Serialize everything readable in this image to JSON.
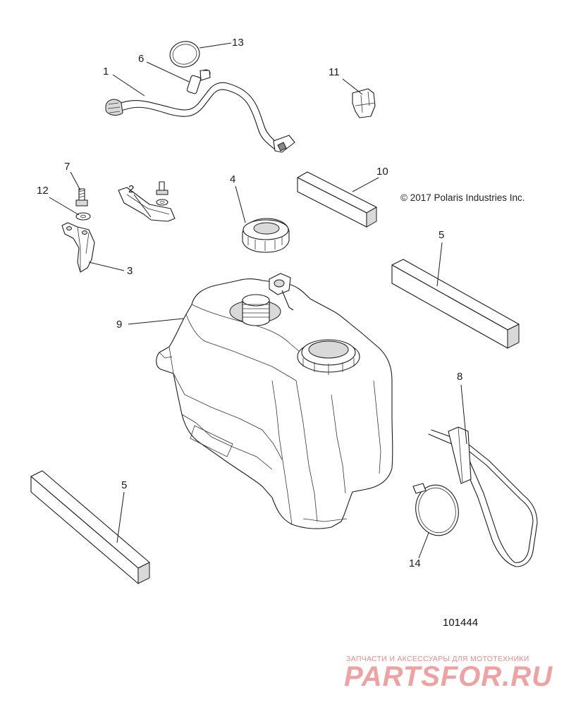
{
  "callouts": {
    "c1": "1",
    "c2": "2",
    "c3": "3",
    "c4": "4",
    "c5a": "5",
    "c5b": "5",
    "c6": "6",
    "c7": "7",
    "c8": "8",
    "c9": "9",
    "c10": "10",
    "c11": "11",
    "c12": "12",
    "c13": "13",
    "c14": "14"
  },
  "copyright": "© 2017 Polaris Industries Inc.",
  "diagram_number": "101444",
  "watermark": {
    "tagline": "ЗАПЧАСТИ И АКСЕССУАРЫ ДЛЯ МОТОТЕХНИКИ",
    "logo_text": "PARTSFOR.RU",
    "color": "#e05555"
  },
  "parts": [
    "vent-hose",
    "bracket-right",
    "bracket-left",
    "fuel-cap",
    "foam-strip",
    "hose-fitting",
    "screw",
    "hose-clamp-strap",
    "fuel-tank",
    "foam-block",
    "clip",
    "washer",
    "cable-tie",
    "pinch-clamp"
  ]
}
